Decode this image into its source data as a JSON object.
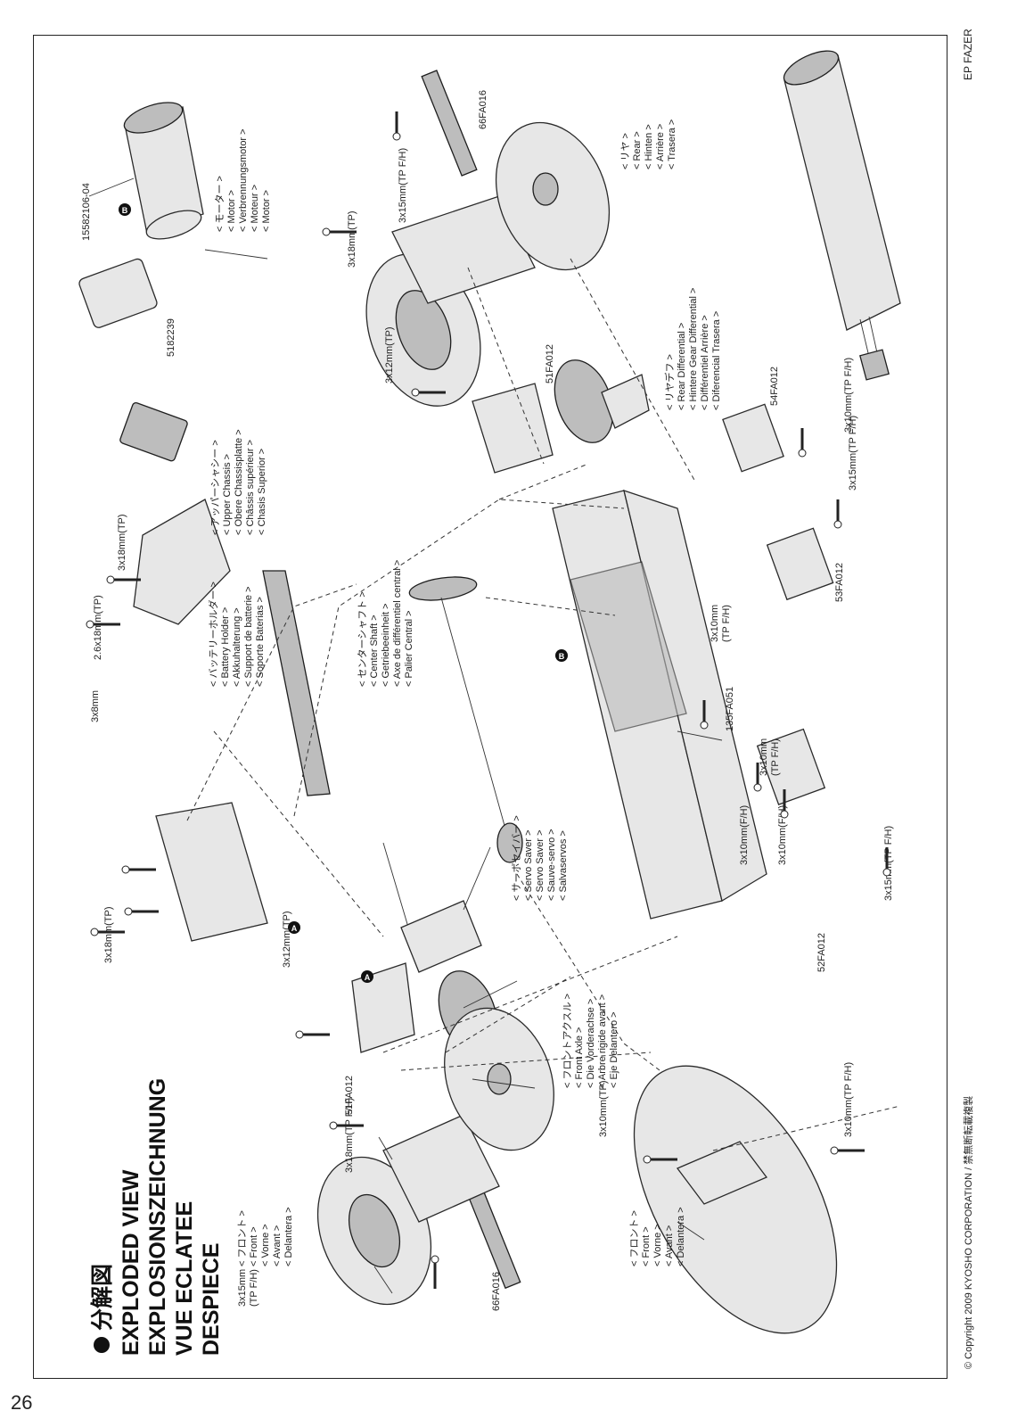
{
  "page_number": "26",
  "side_label": "EP FAZER",
  "copyright": "© Copyright 2009 KYOSHO CORPORATION / 禁無断転載複製",
  "title": {
    "jp": "分解図",
    "en": "EXPLODED VIEW",
    "de": "EXPLOSIONSZEICHNUNG",
    "fr": "VUE ECLATEE",
    "es": "DESPIECE"
  },
  "markers": {
    "a": "A",
    "b": "B"
  },
  "parts": {
    "front_wheels": {
      "l1": "< フロント >",
      "l2": "< Front >",
      "l3": "< Vorne >",
      "l4": "< Avant >",
      "l5": "< Delantera >"
    },
    "front_bumper": {
      "l1": "< フロント >",
      "l2": "< Front >",
      "l3": "< Vorne >",
      "l4": "< Avant >",
      "l5": "< Delantera >"
    },
    "front_axle": {
      "l1": "< フロントアクスル >",
      "l2": "< Front Axle >",
      "l3": "< Die Vorderachse >",
      "l4": "< Arbre rigide avant >",
      "l5": "< Eje Delantero >"
    },
    "servo_saver": {
      "l1": "< サーボセイバー >",
      "l2": "< Servo Saver >",
      "l3": "< Servo Saver >",
      "l4": "< Sauve-servo >",
      "l5": "< Salvaservos >"
    },
    "battery_holder": {
      "l1": "< バッテリーホルダー >",
      "l2": "< Battery Holder >",
      "l3": "< Akkuhalterung >",
      "l4": "< Support de batterie >",
      "l5": "< Soporte Baterias >"
    },
    "center_shaft": {
      "l1": "< センターシャフト >",
      "l2": "< Center Shaft >",
      "l3": "< Getriebeeinheit >",
      "l4": "< Axe de différentiel central >",
      "l5": "< Palier Central >"
    },
    "upper_chassis": {
      "l1": "< アッパーシャシー >",
      "l2": "< Upper Chassis >",
      "l3": "< Obere Chassisplatte >",
      "l4": "< Châssis supérieur >",
      "l5": "< Chasis Superior >"
    },
    "rear_diff": {
      "l1": "< リヤデフ >",
      "l2": "< Rear Differential >",
      "l3": "< Hintere Gear Differential >",
      "l4": "< Différentiel Arrière >",
      "l5": "< Diferencial Trasera >"
    },
    "motor": {
      "l1": "< モーター >",
      "l2": "< Motor >",
      "l3": "< Verbrennungsmotor >",
      "l4": "< Moteur >",
      "l5": "< Motor >"
    },
    "rear": {
      "l1": "< リヤ >",
      "l2": "< Rear >",
      "l3": "< Hinten >",
      "l4": "< Arrière >",
      "l5": "< Trasera >"
    }
  },
  "codes": {
    "c1": "66FA016",
    "c2": "66FA016",
    "c3": "51FA012",
    "c4": "51FA012",
    "c5": "52FA012",
    "c6": "53FA012",
    "c7": "54FA012",
    "c8": "135FA051",
    "c9": "15582106-04",
    "c10": "5182239"
  },
  "screws": {
    "s1": "3x15mm",
    "s1b": "(TP F/H)",
    "s2": "3x18mm(TP F/H)",
    "s3": "3x12mm(TP)",
    "s4": "3x10mm(TP)",
    "s5": "3x10mm(TP F/H)",
    "s6": "3x18mm(TP)",
    "s7": "3x8mm",
    "s8": "2.6x18mm(TP)",
    "s9": "3x18mm(TP)",
    "s10": "3x10mm(F/H)",
    "s11": "3x10mm(F/H)",
    "s12": "3x15mm(TP F/H)",
    "s13": "3x10mm",
    "s13b": "(TP F/H)",
    "s14": "3x10mm",
    "s14b": "(TP F/H)",
    "s15": "3x12mm(TP)",
    "s16": "3x18mm(TP)",
    "s17": "3x15mm(TP F/H)",
    "s18": "3x15mm(TP F/H)",
    "s19": "3x10mm(TP F/H)"
  }
}
